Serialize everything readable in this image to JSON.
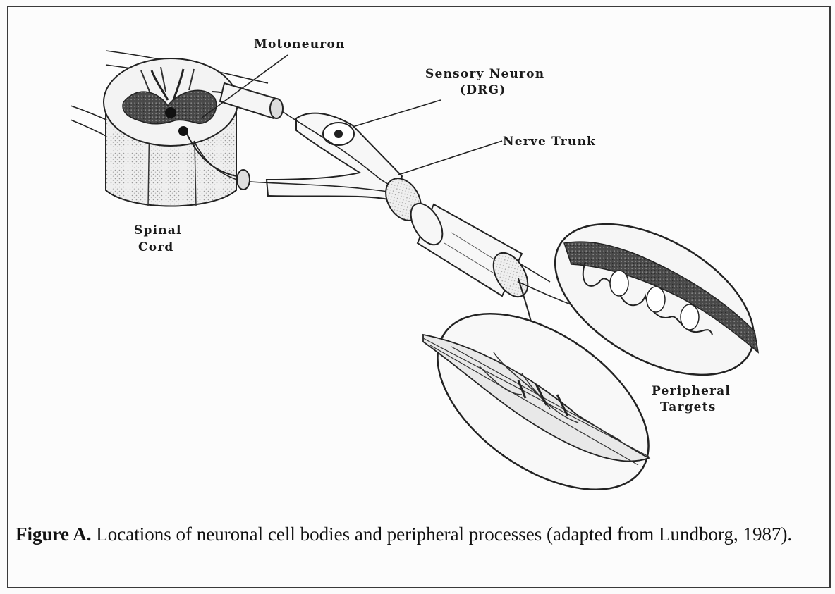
{
  "labels": {
    "motoneuron": "Motoneuron",
    "sensory_line1": "Sensory Neuron",
    "sensory_line2": "(DRG)",
    "nerve_trunk": "Nerve Trunk",
    "spinal_line1": "Spinal",
    "spinal_line2": "Cord",
    "targets_line1": "Peripheral",
    "targets_line2": "Targets"
  },
  "caption": {
    "figure_label": "Figure A.",
    "text": " Locations of neuronal cell bodies and peripheral processes (adapted from Lundborg, 1987)."
  }
}
